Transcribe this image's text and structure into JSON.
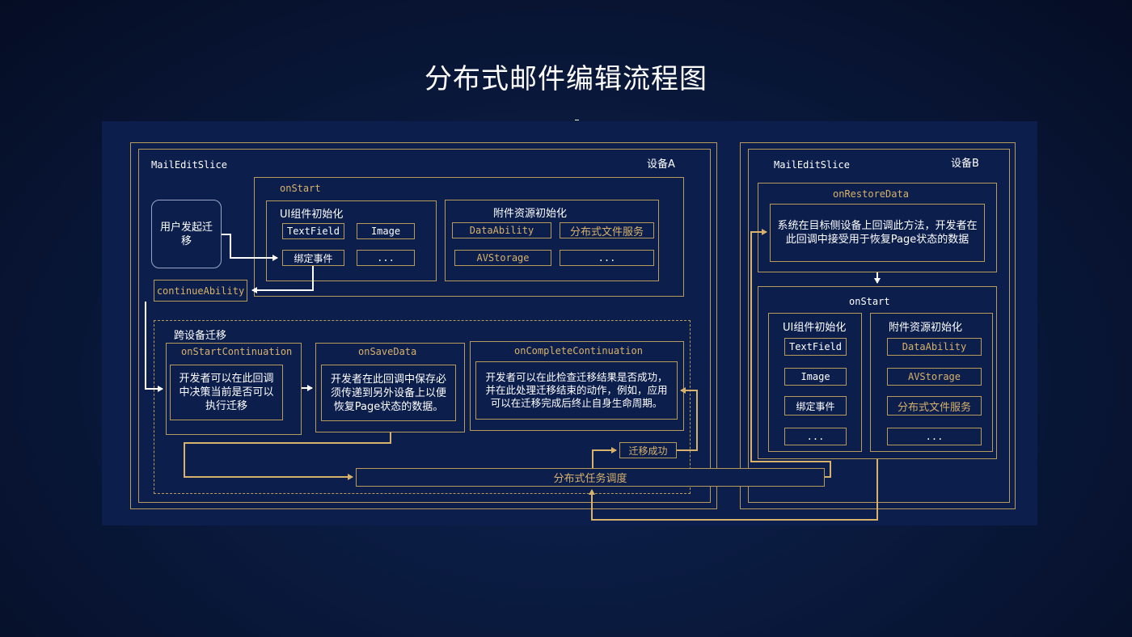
{
  "title": "分布式邮件编辑流程图",
  "deviceA": {
    "slice": "MailEditSlice",
    "label": "设备A",
    "user_start": "用户发起迁移",
    "onStart": {
      "label": "onStart",
      "ui_init": {
        "title": "UI组件初始化",
        "items": [
          "TextField",
          "Image",
          "绑定事件",
          "..."
        ]
      },
      "res_init": {
        "title": "附件资源初始化",
        "items": [
          "DataAbility",
          "分布式文件服务",
          "AVStorage",
          "..."
        ]
      }
    },
    "continueAbility": "continueAbility",
    "migration": {
      "label": "跨设备迁移",
      "onStartContinuation": {
        "label": "onStartContinuation",
        "text": "开发者可以在此回调中决策当前是否可以执行迁移"
      },
      "onSaveData": {
        "label": "onSaveData",
        "text": "开发者在此回调中保存必须传递到另外设备上以便恢复Page状态的数据。"
      },
      "onCompleteContinuation": {
        "label": "onCompleteContinuation",
        "text": "开发者可以在此检查迁移结果是否成功，并在此处理迁移结束的动作，例如，应用可以在迁移完成后终止自身生命周期。"
      },
      "success": "迁移成功"
    }
  },
  "scheduler": "分布式任务调度",
  "deviceB": {
    "slice": "MailEditSlice",
    "label": "设备B",
    "onRestoreData": {
      "label": "onRestoreData",
      "text": "系统在目标侧设备上回调此方法，开发者在此回调中接受用于恢复Page状态的数据"
    },
    "onStart": {
      "label": "onStart",
      "ui_init": {
        "title": "UI组件初始化",
        "items": [
          "TextField",
          "Image",
          "绑定事件",
          "..."
        ]
      },
      "res_init": {
        "title": "附件资源初始化",
        "items": [
          "DataAbility",
          "AVStorage",
          "分布式文件服务",
          "..."
        ]
      }
    }
  },
  "colors": {
    "line": "#d8b26a",
    "border": "#b89a5a",
    "panel": "#0c1e4c",
    "text": "#ffffff"
  }
}
